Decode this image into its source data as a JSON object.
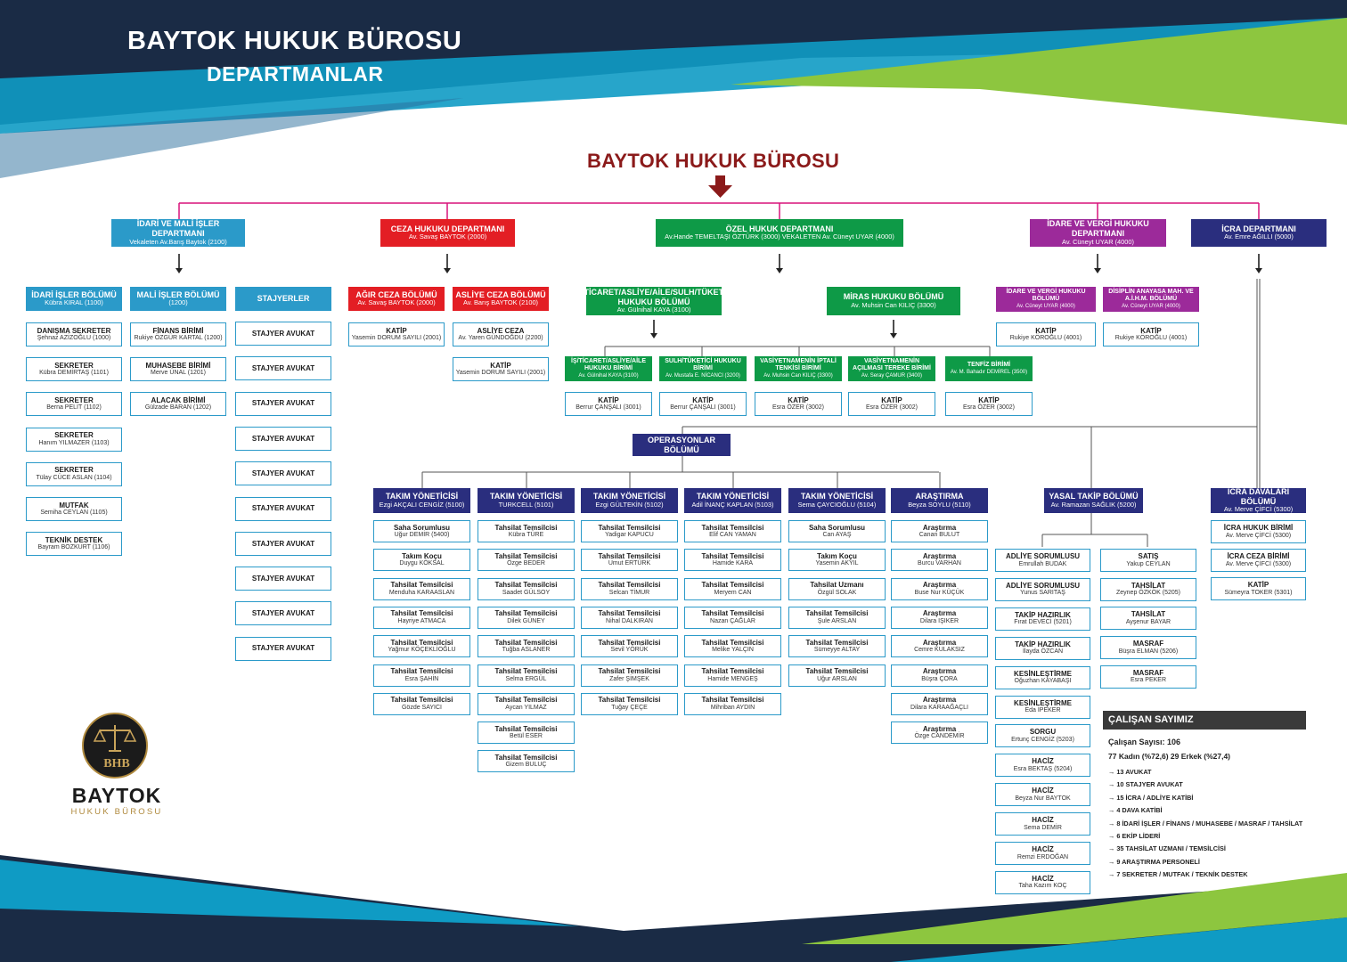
{
  "header": {
    "title": "BAYTOK HUKUK BÜROSU",
    "subtitle": "DEPARTMANLAR"
  },
  "root": {
    "title": "BAYTOK HUKUK BÜROSU"
  },
  "colors": {
    "dept_blue": "#2b9ac9",
    "dept_red": "#e31e24",
    "dept_green": "#0e9a47",
    "dept_purple": "#9c2a9a",
    "dept_navy": "#2a2e7e",
    "connector_pink": "#d8127a",
    "root_red": "#8b1a1a",
    "band_navy": "#1a2b45",
    "band_teal": "#0f9bc4",
    "band_green": "#8dc63f"
  },
  "departments": [
    {
      "name": "İDARİ VE MALİ İŞLER DEPARTMANI",
      "lead": "Vekaleten Av.Barış Baytok (2100)",
      "color": "dept_blue"
    },
    {
      "name": "CEZA HUKUKU DEPARTMANI",
      "lead": "Av. Savaş BAYTOK (2000)",
      "color": "dept_red"
    },
    {
      "name": "ÖZEL HUKUK DEPARTMANI",
      "lead": "Av.Hande TEMELTAŞI ÖZTÜRK (3000) VEKALETEN Av. Cüneyt UYAR (4000)",
      "color": "dept_green"
    },
    {
      "name": "İDARE VE VERGİ HUKUKU DEPARTMANI",
      "lead": "Av. Cüneyt UYAR (4000)",
      "color": "dept_purple"
    },
    {
      "name": "İCRA DEPARTMANI",
      "lead": "Av. Emre AĞILLI (5000)",
      "color": "dept_navy"
    }
  ],
  "idari_units": [
    {
      "name": "İDARİ İŞLER BÖLÜMÜ",
      "lead": "Kübra KIRAL (1100)"
    },
    {
      "name": "MALİ İŞLER BÖLÜMÜ",
      "lead": "(1200)"
    },
    {
      "name": "STAJYERLER",
      "lead": ""
    }
  ],
  "idari_staff": [
    {
      "name": "DANIŞMA SEKRETER",
      "person": "Şehnaz AZİZOĞLU (1000)"
    },
    {
      "name": "SEKRETER",
      "person": "Kübra DEMİRTAŞ (1101)"
    },
    {
      "name": "SEKRETER",
      "person": "Berna PELİT (1102)"
    },
    {
      "name": "SEKRETER",
      "person": "Hanım YILMAZER (1103)"
    },
    {
      "name": "SEKRETER",
      "person": "Tülay CÜCE ASLAN (1104)"
    },
    {
      "name": "MUTFAK",
      "person": "Semiha CEYLAN (1105)"
    },
    {
      "name": "TEKNİK DESTEK",
      "person": "Bayram BOZKURT (1106)"
    }
  ],
  "mali_staff": [
    {
      "name": "FİNANS BİRİMİ",
      "person": "Rukiye ÖZGÜR KARTAL (1200)"
    },
    {
      "name": "MUHASEBE BİRİMİ",
      "person": "Merve ÜNAL (1201)"
    },
    {
      "name": "ALACAK BİRİMİ",
      "person": "Gülzade BARAN (1202)"
    }
  ],
  "stajyer_staff": [
    {
      "name": "STAJYER AVUKAT",
      "person": ""
    },
    {
      "name": "STAJYER AVUKAT",
      "person": ""
    },
    {
      "name": "STAJYER AVUKAT",
      "person": ""
    },
    {
      "name": "STAJYER AVUKAT",
      "person": ""
    },
    {
      "name": "STAJYER AVUKAT",
      "person": ""
    },
    {
      "name": "STAJYER AVUKAT",
      "person": ""
    },
    {
      "name": "STAJYER AVUKAT",
      "person": ""
    },
    {
      "name": "STAJYER AVUKAT",
      "person": ""
    },
    {
      "name": "STAJYER AVUKAT",
      "person": ""
    },
    {
      "name": "STAJYER AVUKAT",
      "person": ""
    }
  ],
  "ceza_units": [
    {
      "name": "AĞIR CEZA BÖLÜMÜ",
      "lead": "Av. Savaş BAYTOK (2000)"
    },
    {
      "name": "ASLİYE CEZA BÖLÜMÜ",
      "lead": "Av. Barış BAYTOK (2100)"
    }
  ],
  "ceza_staff": [
    {
      "name": "KATİP",
      "person": "Yasemin DORUM SAYILI (2001)"
    },
    {
      "name": "ASLİYE CEZA",
      "person": "Av. Yaren GÜNDOĞDU (2200)"
    },
    {
      "name": "KATİP",
      "person": "Yasemin DORUM SAYILI (2001)"
    }
  ],
  "ozel_units": [
    {
      "name": "İŞ/TİCARET/ASLİYE/AİLE/SULH/TÜKETİCİ HUKUKU BÖLÜMÜ",
      "lead": "Av. Gülnihal KAYA (3100)"
    },
    {
      "name": "MİRAS HUKUKU BÖLÜMÜ",
      "lead": "Av. Muhsin Can KILIÇ (3300)"
    }
  ],
  "ozel_subunits": [
    {
      "name": "İŞ/TİCARET/ASLİYE/AİLE HUKUKU BİRİMİ",
      "lead": "Av. Gülnihal KAYA (3100)"
    },
    {
      "name": "SULH/TÜKETİCİ HUKUKU BİRİMİ",
      "lead": "Av. Mustafa E. NİCANCI (3200)"
    },
    {
      "name": "VASİYETNAMENİN İPTALİ TENKİSİ BİRİMİ",
      "lead": "Av. Muhsin Can KILIÇ (3300)"
    },
    {
      "name": "VASİYETNAMENİN AÇILMASI TEREKE BİRİMİ",
      "lead": "Av. Seray ÇAMUR (3400)"
    },
    {
      "name": "TENFİZ BİRİMİ",
      "lead": "Av. M. Bahadır DEMİREL (3500)"
    }
  ],
  "ozel_staff": [
    {
      "name": "KATİP",
      "person": "Berrur ÇANŞALI (3001)"
    },
    {
      "name": "KATİP",
      "person": "Berrur ÇANŞALI (3001)"
    },
    {
      "name": "KATİP",
      "person": "Esra ÖZER (3002)"
    },
    {
      "name": "KATİP",
      "person": "Esra ÖZER (3002)"
    },
    {
      "name": "KATİP",
      "person": "Esra ÖZER (3002)"
    }
  ],
  "idare_units": [
    {
      "name": "İDARE VE VERGİ HUKUKU BÖLÜMÜ",
      "lead": "Av. Cüneyt UYAR (4000)"
    },
    {
      "name": "DİSİPLİN ANAYASA MAH. VE A.İ.H.M. BÖLÜMÜ",
      "lead": "Av. Cüneyt UYAR (4000)"
    }
  ],
  "idare_staff": [
    {
      "name": "KATİP",
      "person": "Rukiye KÖROĞLU (4001)"
    },
    {
      "name": "KATİP",
      "person": "Rukiye KÖROĞLU (4001)"
    }
  ],
  "operasyonlar": {
    "name": "OPERASYONLAR BÖLÜMÜ"
  },
  "teams": [
    {
      "name": "TAKIM YÖNETİCİSİ",
      "lead": "Ezgi AKÇALI CENGİZ (5100)",
      "members": [
        {
          "name": "Saha Sorumlusu",
          "person": "Uğur DEMİR (5400)"
        },
        {
          "name": "Takım Koçu",
          "person": "Duygu KÖKSAL"
        },
        {
          "name": "Tahsilat Temsilcisi",
          "person": "Menduha KARAASLAN"
        },
        {
          "name": "Tahsilat Temsilcisi",
          "person": "Hayriye ATMACA"
        },
        {
          "name": "Tahsilat Temsilcisi",
          "person": "Yağmur KÖÇEKLİOĞLU"
        },
        {
          "name": "Tahsilat Temsilcisi",
          "person": "Esra ŞAHİN"
        },
        {
          "name": "Tahsilat Temsilcisi",
          "person": "Gözde SAYICI"
        }
      ]
    },
    {
      "name": "TAKIM YÖNETİCİSİ",
      "lead": "TURKCELL (5101)",
      "members": [
        {
          "name": "Tahsilat Temsilcisi",
          "person": "Kübra TÜRE"
        },
        {
          "name": "Tahsilat Temsilcisi",
          "person": "Özge BEDER"
        },
        {
          "name": "Tahsilat Temsilcisi",
          "person": "Saadet GÜLSOY"
        },
        {
          "name": "Tahsilat Temsilcisi",
          "person": "Dilek GÜNEY"
        },
        {
          "name": "Tahsilat Temsilcisi",
          "person": "Tuğba ASLANER"
        },
        {
          "name": "Tahsilat Temsilcisi",
          "person": "Selma ERGÜL"
        },
        {
          "name": "Tahsilat Temsilcisi",
          "person": "Aycan YILMAZ"
        },
        {
          "name": "Tahsilat Temsilcisi",
          "person": "Betül ESER"
        },
        {
          "name": "Tahsilat Temsilcisi",
          "person": "Gizem BULUÇ"
        }
      ]
    },
    {
      "name": "TAKIM YÖNETİCİSİ",
      "lead": "Ezgi GÜLTEKİN (5102)",
      "members": [
        {
          "name": "Tahsilat Temsilcisi",
          "person": "Yadigar KAPUCU"
        },
        {
          "name": "Tahsilat Temsilcisi",
          "person": "Umut ERTÜRK"
        },
        {
          "name": "Tahsilat Temsilcisi",
          "person": "Selcan TİMUR"
        },
        {
          "name": "Tahsilat Temsilcisi",
          "person": "Nihal DALKIRAN"
        },
        {
          "name": "Tahsilat Temsilcisi",
          "person": "Sevil YÖRÜK"
        },
        {
          "name": "Tahsilat Temsilcisi",
          "person": "Zafer ŞİMŞEK"
        },
        {
          "name": "Tahsilat Temsilcisi",
          "person": "Tuğay ÇEÇE"
        }
      ]
    },
    {
      "name": "TAKIM YÖNETİCİSİ",
      "lead": "Adil İNANÇ KAPLAN (5103)",
      "members": [
        {
          "name": "Tahsilat Temsilcisi",
          "person": "Elif CAN YAMAN"
        },
        {
          "name": "Tahsilat Temsilcisi",
          "person": "Hamide KARA"
        },
        {
          "name": "Tahsilat Temsilcisi",
          "person": "Meryem CAN"
        },
        {
          "name": "Tahsilat Temsilcisi",
          "person": "Nazan ÇAĞLAR"
        },
        {
          "name": "Tahsilat Temsilcisi",
          "person": "Melike YALÇIN"
        },
        {
          "name": "Tahsilat Temsilcisi",
          "person": "Hamide MENGEŞ"
        },
        {
          "name": "Tahsilat Temsilcisi",
          "person": "Mihriban AYDIN"
        }
      ]
    },
    {
      "name": "TAKIM YÖNETİCİSİ",
      "lead": "Sema ÇAYCIOĞLU (5104)",
      "members": [
        {
          "name": "Saha Sorumlusu",
          "person": "Can AYAŞ"
        },
        {
          "name": "Takım Koçu",
          "person": "Yasemin AKYIL"
        },
        {
          "name": "Tahsilat Uzmanı",
          "person": "Özgül SOLAK"
        },
        {
          "name": "Tahsilat Temsilcisi",
          "person": "Şule ARSLAN"
        },
        {
          "name": "Tahsilat Temsilcisi",
          "person": "Sümeyye ALTAY"
        },
        {
          "name": "Tahsilat Temsilcisi",
          "person": "Uğur ARSLAN"
        }
      ]
    },
    {
      "name": "ARAŞTIRMA",
      "lead": "Beyza SOYLU (5110)",
      "members": [
        {
          "name": "Araştırma",
          "person": "Canan BULUT"
        },
        {
          "name": "Araştırma",
          "person": "Burcu VARHAN"
        },
        {
          "name": "Araştırma",
          "person": "Buse Nur KÜÇÜK"
        },
        {
          "name": "Araştırma",
          "person": "Dilara IŞIKER"
        },
        {
          "name": "Araştırma",
          "person": "Cemre KULAKSIZ"
        },
        {
          "name": "Araştırma",
          "person": "Büşra ÇORA"
        },
        {
          "name": "Araştırma",
          "person": "Dilara KARAAĞAÇLI"
        },
        {
          "name": "Araştırma",
          "person": "Özge CANDEMİR"
        }
      ]
    }
  ],
  "yasal_takip": {
    "name": "YASAL TAKİP BÖLÜMÜ",
    "lead": "Av. Ramazan SAĞLIK (5200)"
  },
  "yasal_left": [
    {
      "name": "ADLİYE SORUMLUSU",
      "person": "Emrullah BUDAK"
    },
    {
      "name": "ADLİYE SORUMLUSU",
      "person": "Yunus SARITAŞ"
    },
    {
      "name": "TAKİP HAZIRLIK",
      "person": "Fırat DEVECİ (5201)"
    },
    {
      "name": "TAKİP HAZIRLIK",
      "person": "İlayda ÖZCAN"
    },
    {
      "name": "KESİNLEŞTİRME",
      "person": "Oğuzhan KAYABAŞI"
    },
    {
      "name": "KESİNLEŞTİRME",
      "person": "Eda İPEKER"
    },
    {
      "name": "SORGU",
      "person": "Ertunç CENGİZ (5203)"
    },
    {
      "name": "HACİZ",
      "person": "Esra BEKTAŞ (5204)"
    },
    {
      "name": "HACİZ",
      "person": "Beyza Nur BAYTOK"
    },
    {
      "name": "HACİZ",
      "person": "Sema DEMİR"
    },
    {
      "name": "HACİZ",
      "person": "Remzi ERDOĞAN"
    },
    {
      "name": "HACİZ",
      "person": "Taha Kazım KOÇ"
    }
  ],
  "yasal_right": [
    {
      "name": "SATIŞ",
      "person": "Yakup CEYLAN"
    },
    {
      "name": "TAHSİLAT",
      "person": "Zeynep ÖZKÖK (5205)"
    },
    {
      "name": "TAHSİLAT",
      "person": "Ayşenur BAYAR"
    },
    {
      "name": "MASRAF",
      "person": "Büşra ELMAN (5206)"
    },
    {
      "name": "MASRAF",
      "person": "Esra PEKER"
    }
  ],
  "icra_davalari": {
    "name": "İCRA DAVALARI BÖLÜMÜ",
    "lead": "Av. Merve ÇİFCİ (5300)"
  },
  "icra_staff": [
    {
      "name": "İCRA HUKUK BİRİMİ",
      "person": "Av. Merve ÇİFCİ (5300)"
    },
    {
      "name": "İCRA CEZA BİRİMİ",
      "person": "Av. Merve ÇİFCİ (5300)"
    },
    {
      "name": "KATİP",
      "person": "Sümeyra TOKER (5301)"
    }
  ],
  "summary": {
    "title": "ÇALIŞAN SAYIMIZ",
    "total": "Çalışan Sayısı: 106",
    "gender": "77 Kadın (%72,6)  29 Erkek (%27,4)",
    "items": [
      "→ 13 AVUKAT",
      "→ 10 STAJYER AVUKAT",
      "→ 15 İCRA / ADLİYE KATİBİ",
      "→ 4 DAVA KATİBİ",
      "→ 8 İDARİ İŞLER / FİNANS / MUHASEBE / MASRAF / TAHSİLAT",
      "→ 6 EKİP LİDERİ",
      "→ 35 TAHSİLAT UZMANI / TEMSİLCİSİ",
      "→ 9 ARAŞTIRMA PERSONELİ",
      "→ 7 SEKRETER / MUTFAK / TEKNİK DESTEK"
    ]
  },
  "logo": {
    "initials": "BHB",
    "name": "BAYTOK",
    "sub": "HUKUK BÜROSU"
  }
}
